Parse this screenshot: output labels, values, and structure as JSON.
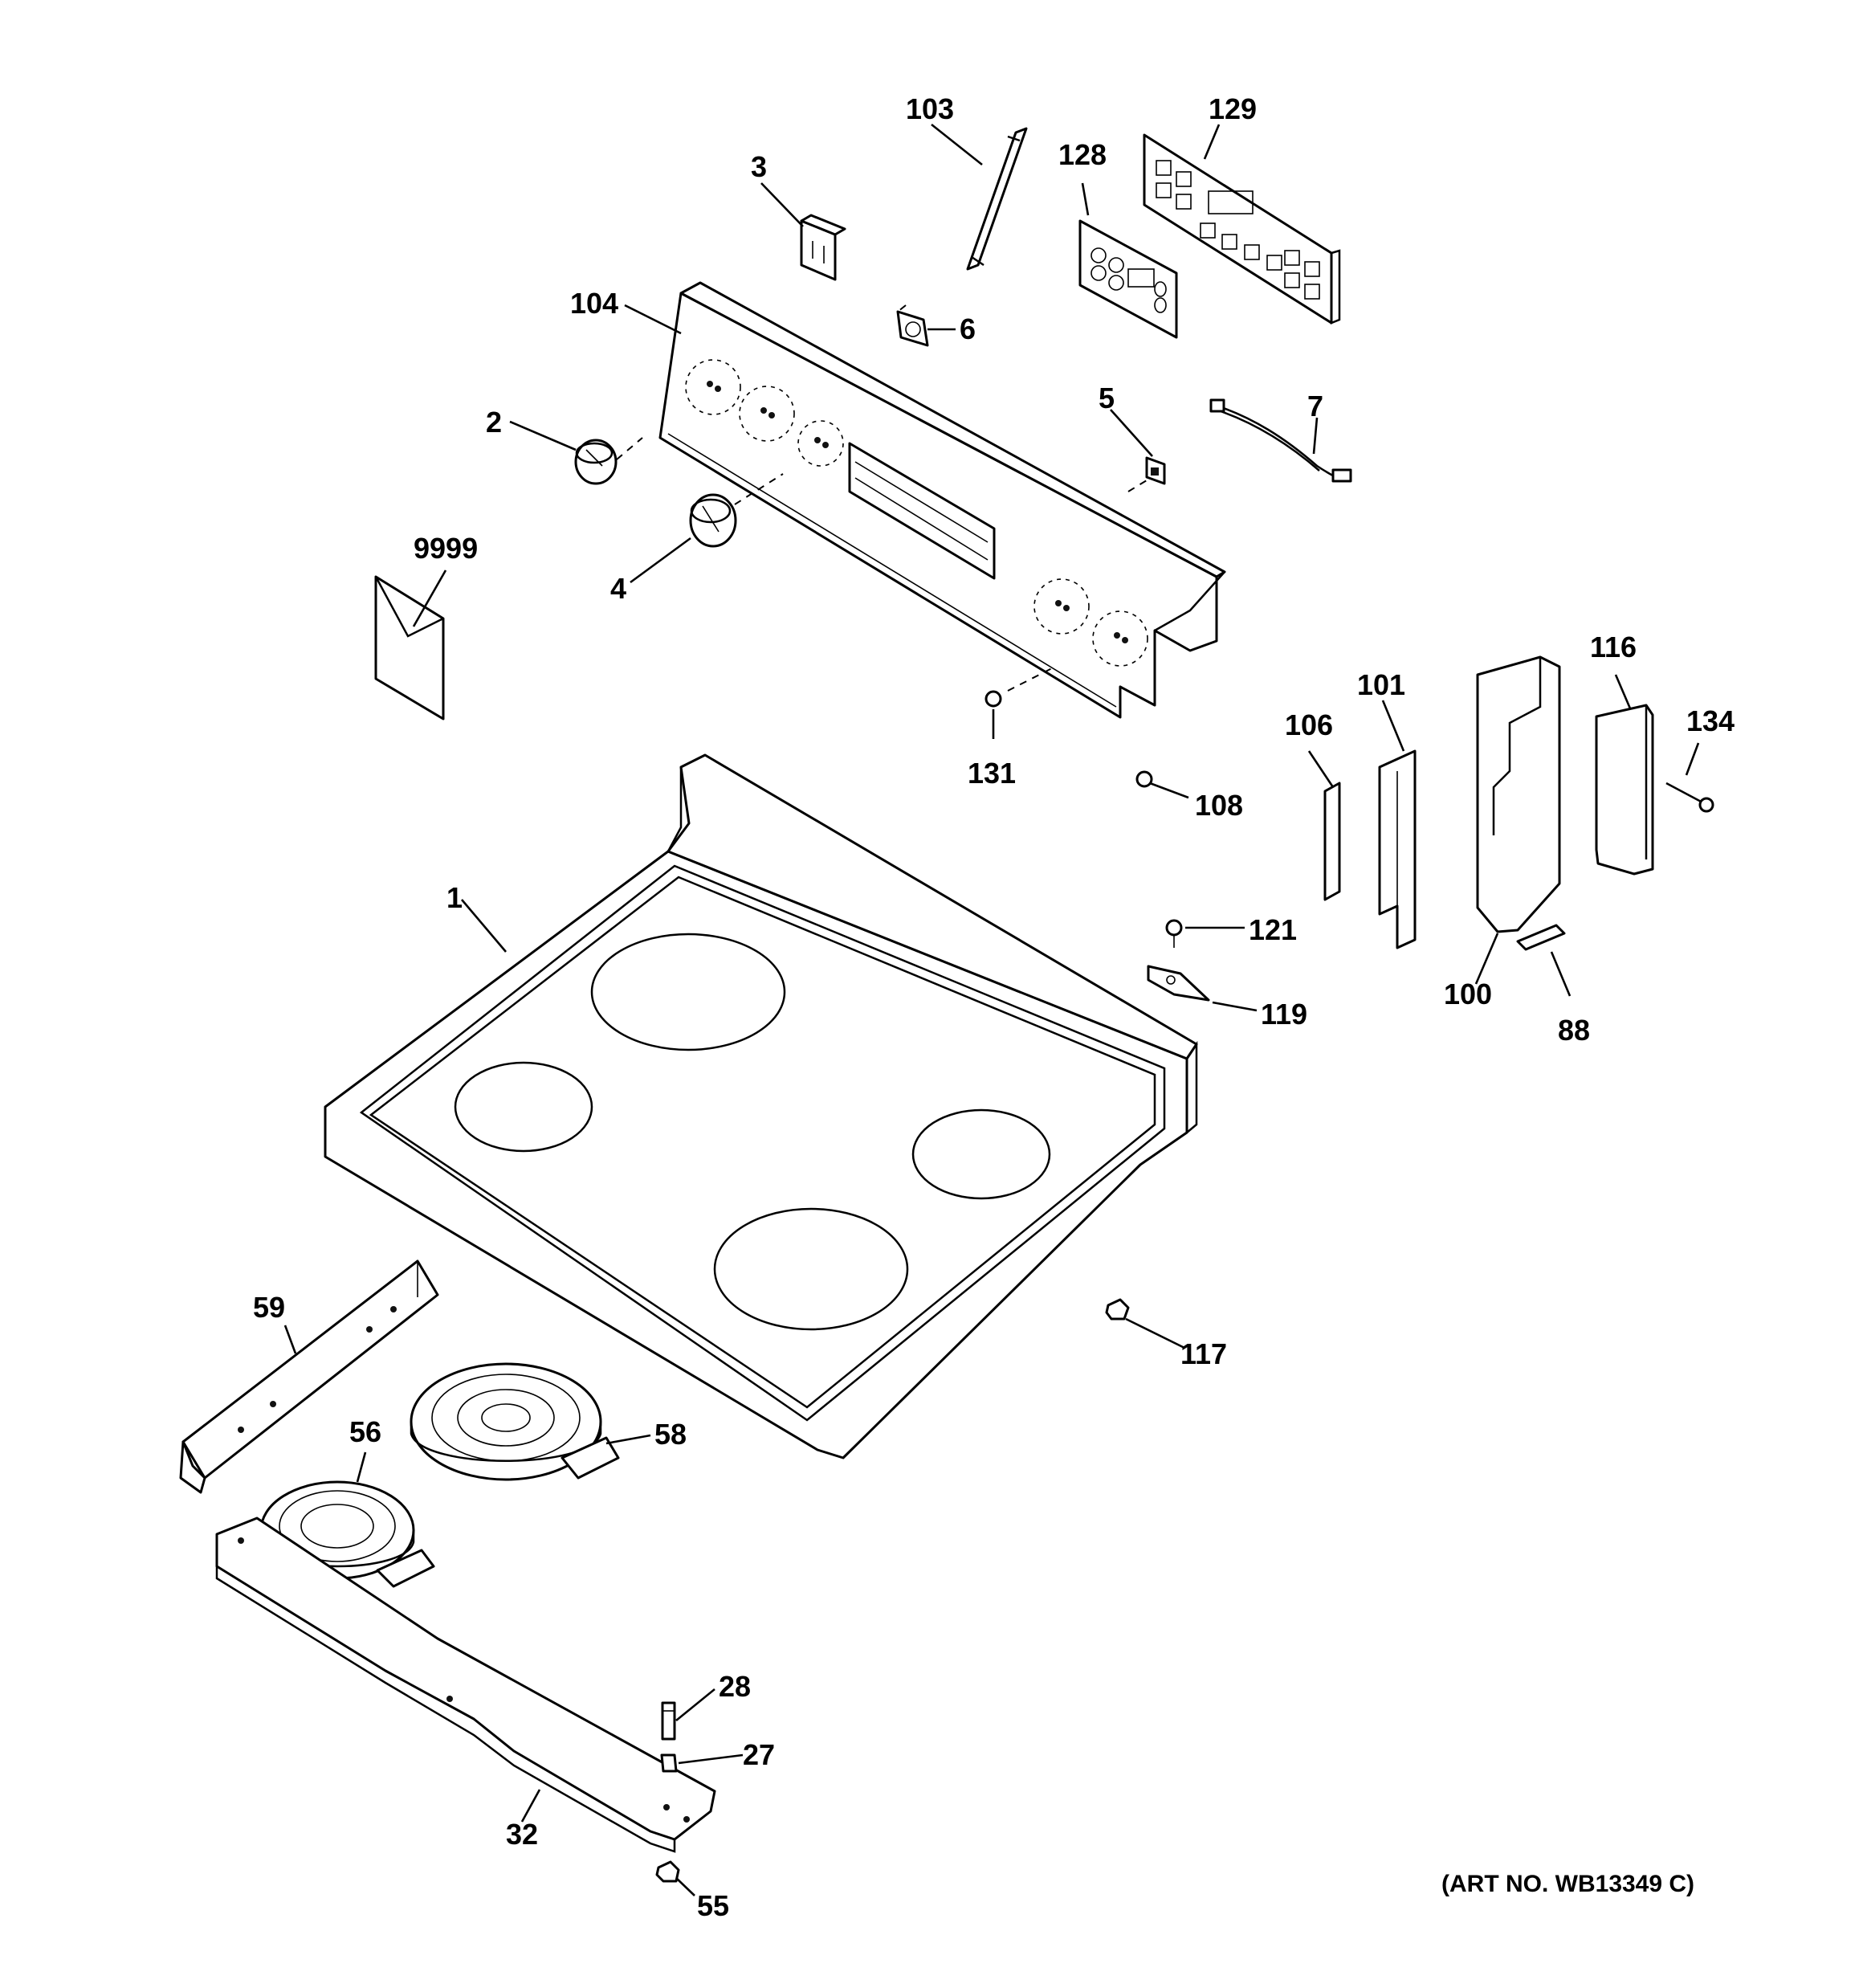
{
  "callouts": {
    "c1": "1",
    "c2": "2",
    "c3": "3",
    "c4": "4",
    "c5": "5",
    "c6": "6",
    "c7": "7",
    "c27": "27",
    "c28": "28",
    "c32": "32",
    "c55": "55",
    "c56": "56",
    "c58": "58",
    "c59": "59",
    "c88": "88",
    "c100": "100",
    "c101": "101",
    "c103": "103",
    "c104": "104",
    "c106": "106",
    "c108": "108",
    "c116": "116",
    "c117": "117",
    "c119": "119",
    "c121": "121",
    "c128": "128",
    "c129": "129",
    "c131": "131",
    "c134": "134",
    "c9999": "9999"
  },
  "art_number": "(ART NO. WB13349 C)"
}
